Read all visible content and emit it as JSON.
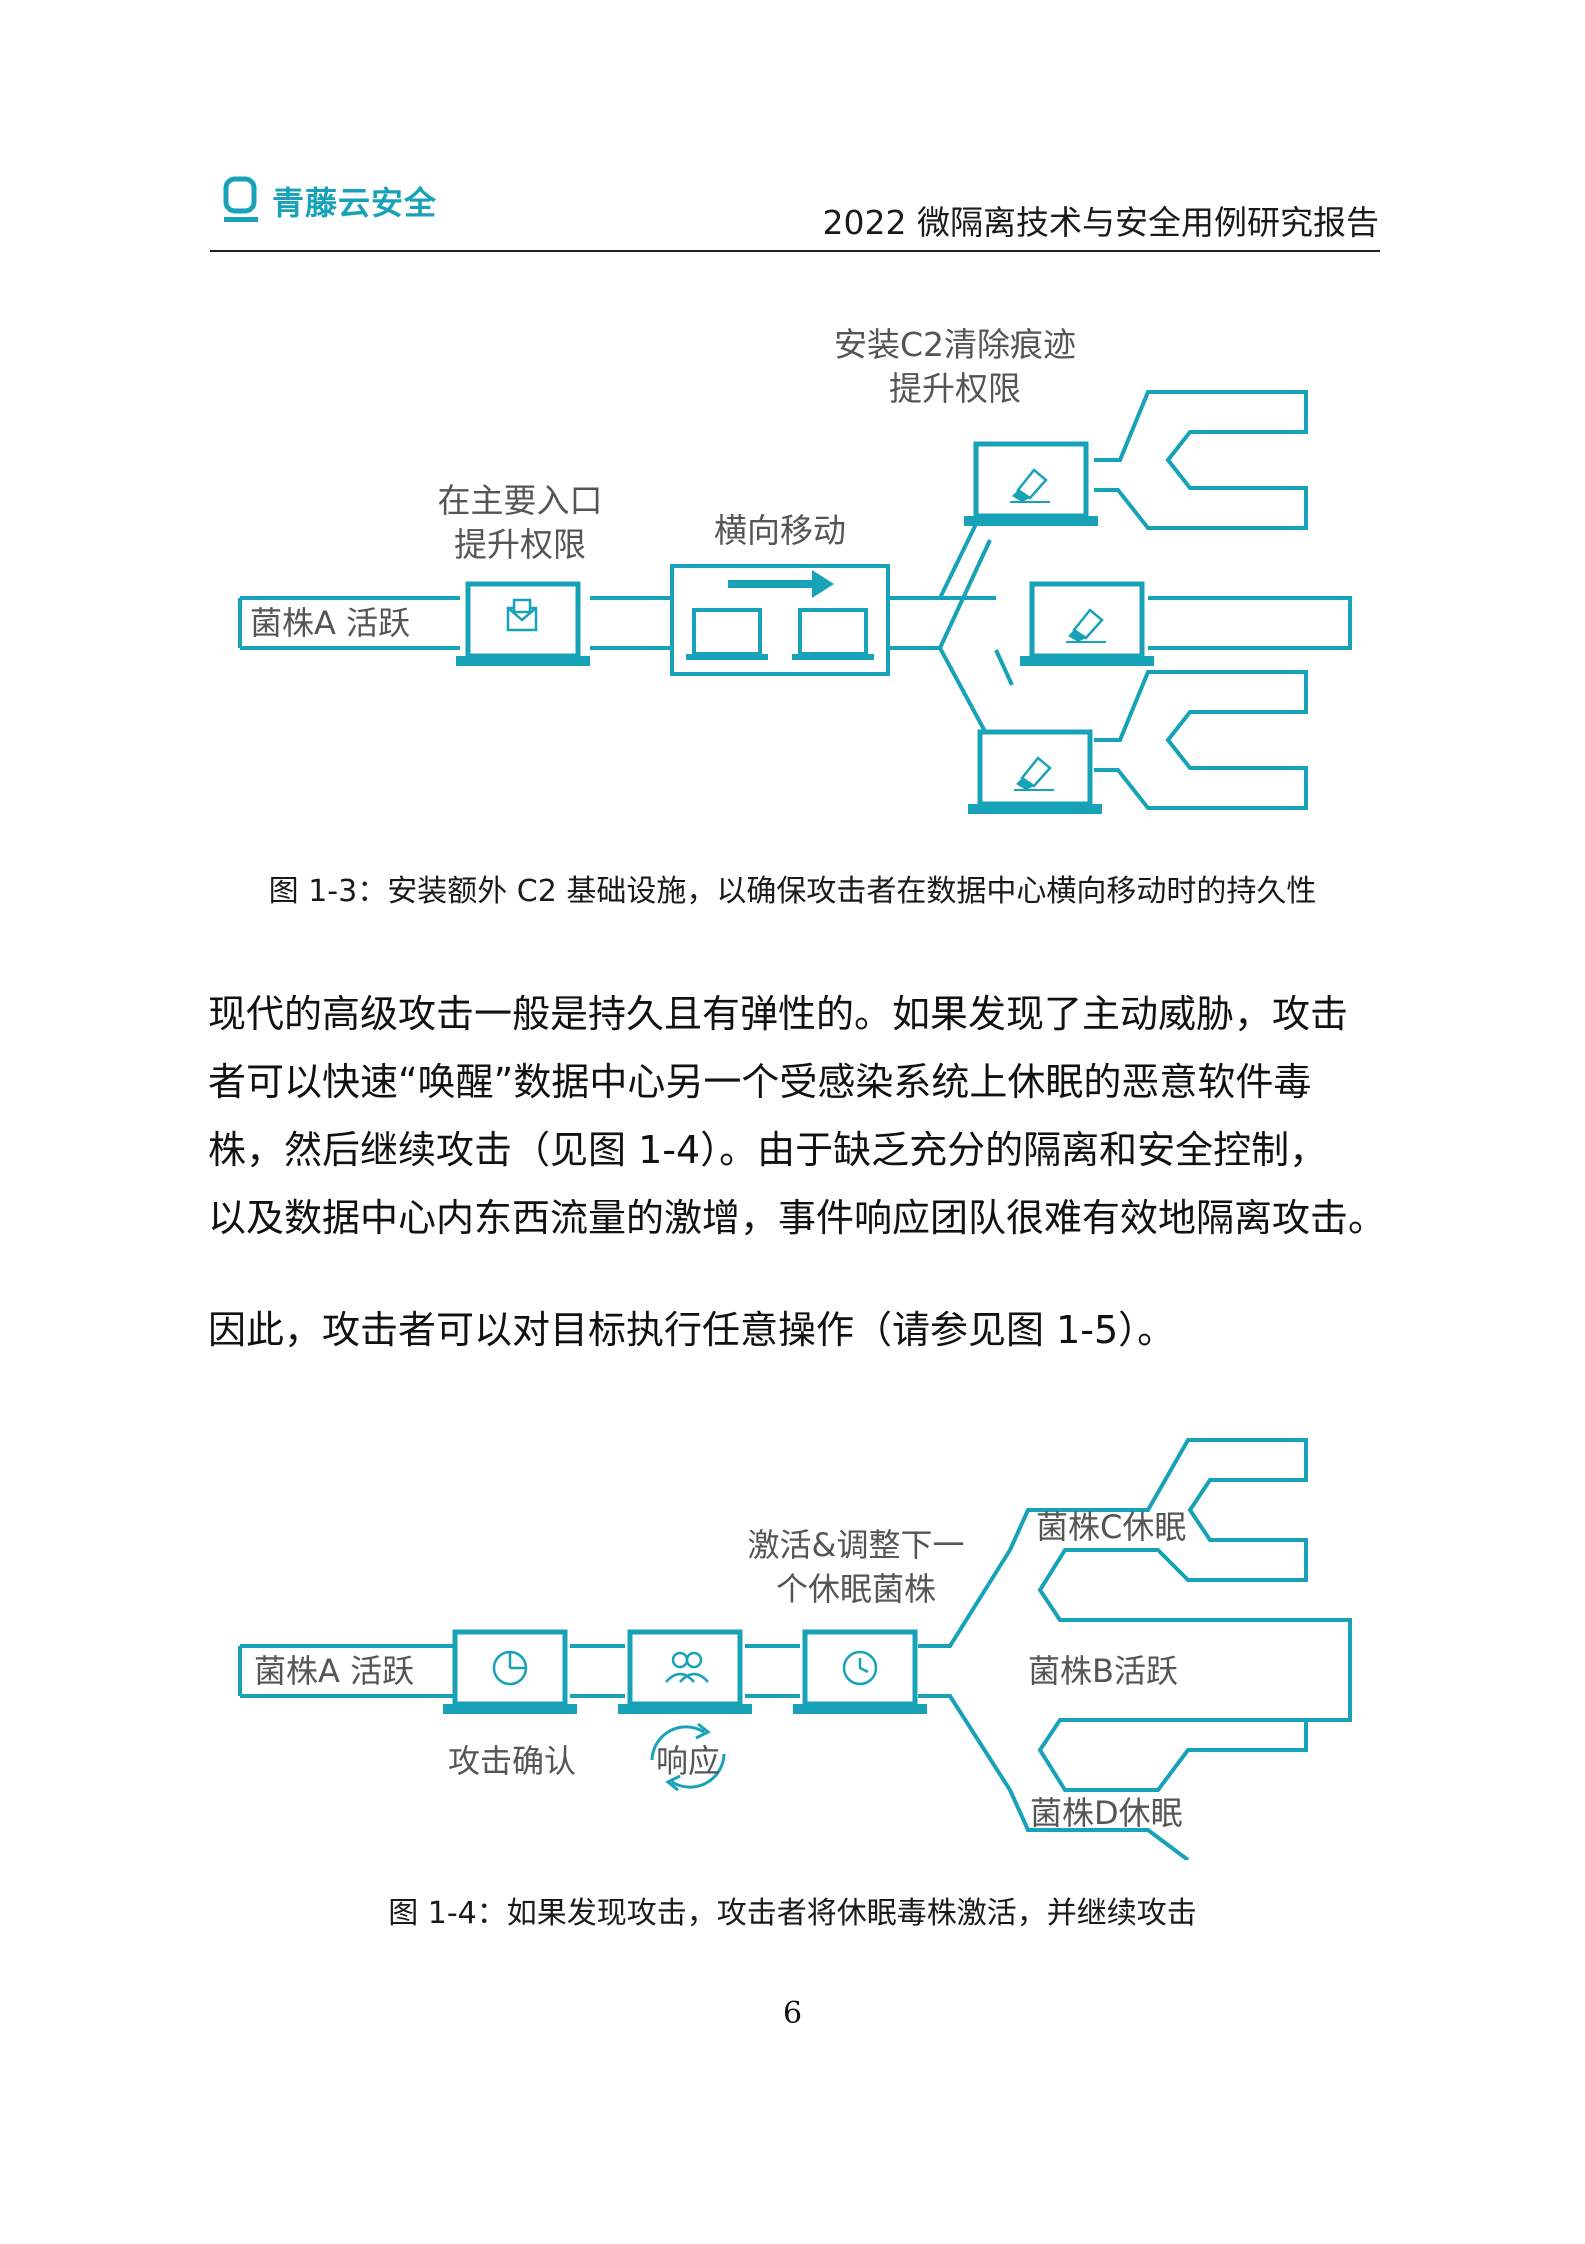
{
  "header": {
    "brand": "青藤云安全",
    "report_title": "2022 微隔离技术与安全用例研究报告"
  },
  "colors": {
    "accent": "#17a2b8",
    "label": "#555555",
    "text": "#111111"
  },
  "figure1": {
    "labels": {
      "strain_a_active": "菌株A 活跃",
      "main_entry_line1": "在主要入口",
      "main_entry_line2": "提升权限",
      "lateral_move": "横向移动",
      "install_c2_line1": "安装C2清除痕迹",
      "install_c2_line2": "提升权限"
    },
    "icons": [
      "envelope-icon",
      "laptop-icon",
      "arrow-right-icon",
      "eraser-icon"
    ],
    "caption": "图 1-3：安装额外 C2 基础设施，以确保攻击者在数据中心横向移动时的持久性"
  },
  "body": {
    "paragraph1_lines": [
      "现代的高级攻击一般是持久且有弹性的。如果发现了主动威胁，攻击",
      "者可以快速“唤醒”数据中心另一个受感染系统上休眠的恶意软件毒",
      "株，然后继续攻击（见图 1-4）。由于缺乏充分的隔离和安全控制，",
      "以及数据中心内东西流量的激增，事件响应团队很难有效地隔离攻击。"
    ],
    "paragraph2": "因此，攻击者可以对目标执行任意操作（请参见图 1-5）。"
  },
  "figure2": {
    "labels": {
      "strain_a_active": "菌株A 活跃",
      "attack_confirm": "攻击确认",
      "response": "响应",
      "activate_line1": "激活&调整下一",
      "activate_line2": "个休眠菌株",
      "strain_c": "菌株C休眠",
      "strain_b": "菌株B活跃",
      "strain_d": "菌株D休眠"
    },
    "icons": [
      "pie-chart-icon",
      "users-icon",
      "clock-icon",
      "cycle-arrows-icon"
    ],
    "caption": "图 1-4：如果发现攻击，攻击者将休眠毒株激活，并继续攻击"
  },
  "page_number": "6"
}
